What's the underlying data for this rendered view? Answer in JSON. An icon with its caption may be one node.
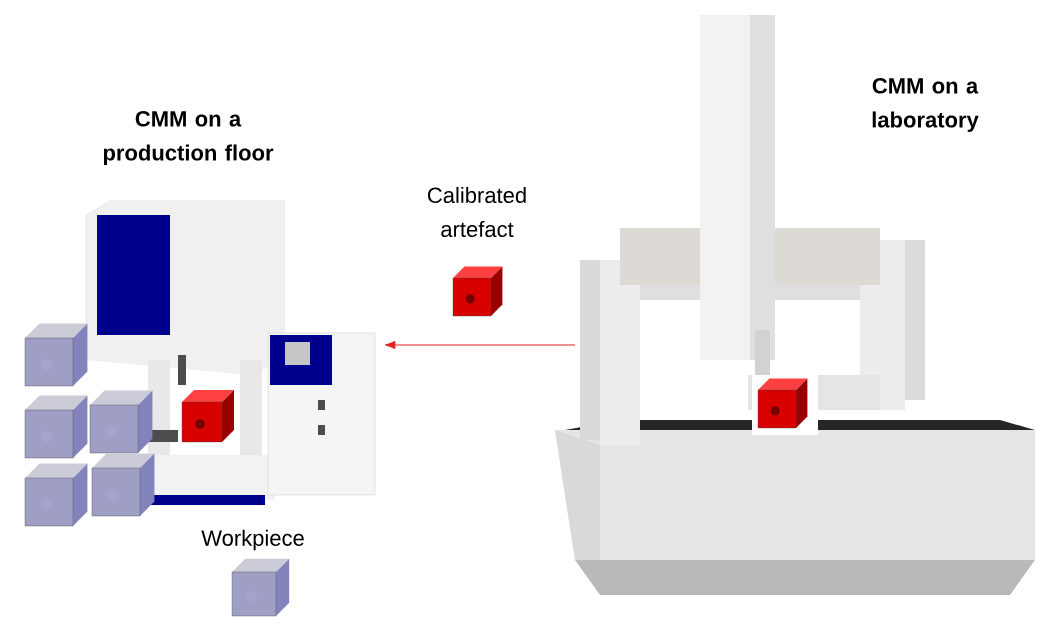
{
  "diagram": {
    "nodes": [
      {
        "text": [
          "CMM on a production floor"
        ]
      },
      {
        "text": [
          "CMM on a laboratory"
        ]
      }
    ],
    "edges": [
      {
        "from": 1,
        "to": 0,
        "arrow": "to",
        "color": "#e02020"
      }
    ],
    "labels": [
      "Calibrated artefact",
      "Workpiece"
    ]
  }
}
